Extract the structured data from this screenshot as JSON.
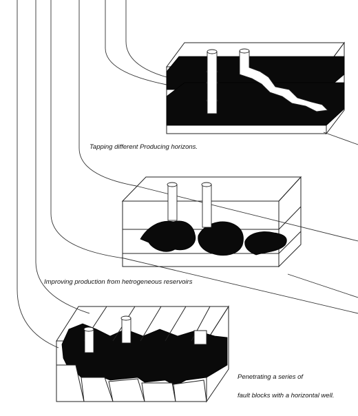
{
  "captions": {
    "top": "Tapping different Producing horizons.",
    "middle": "Improving production from hetrogeneous reservoirs",
    "bottom_line1": "Penetrating a series of",
    "bottom_line2": "fault blocks with a horizontal well."
  }
}
